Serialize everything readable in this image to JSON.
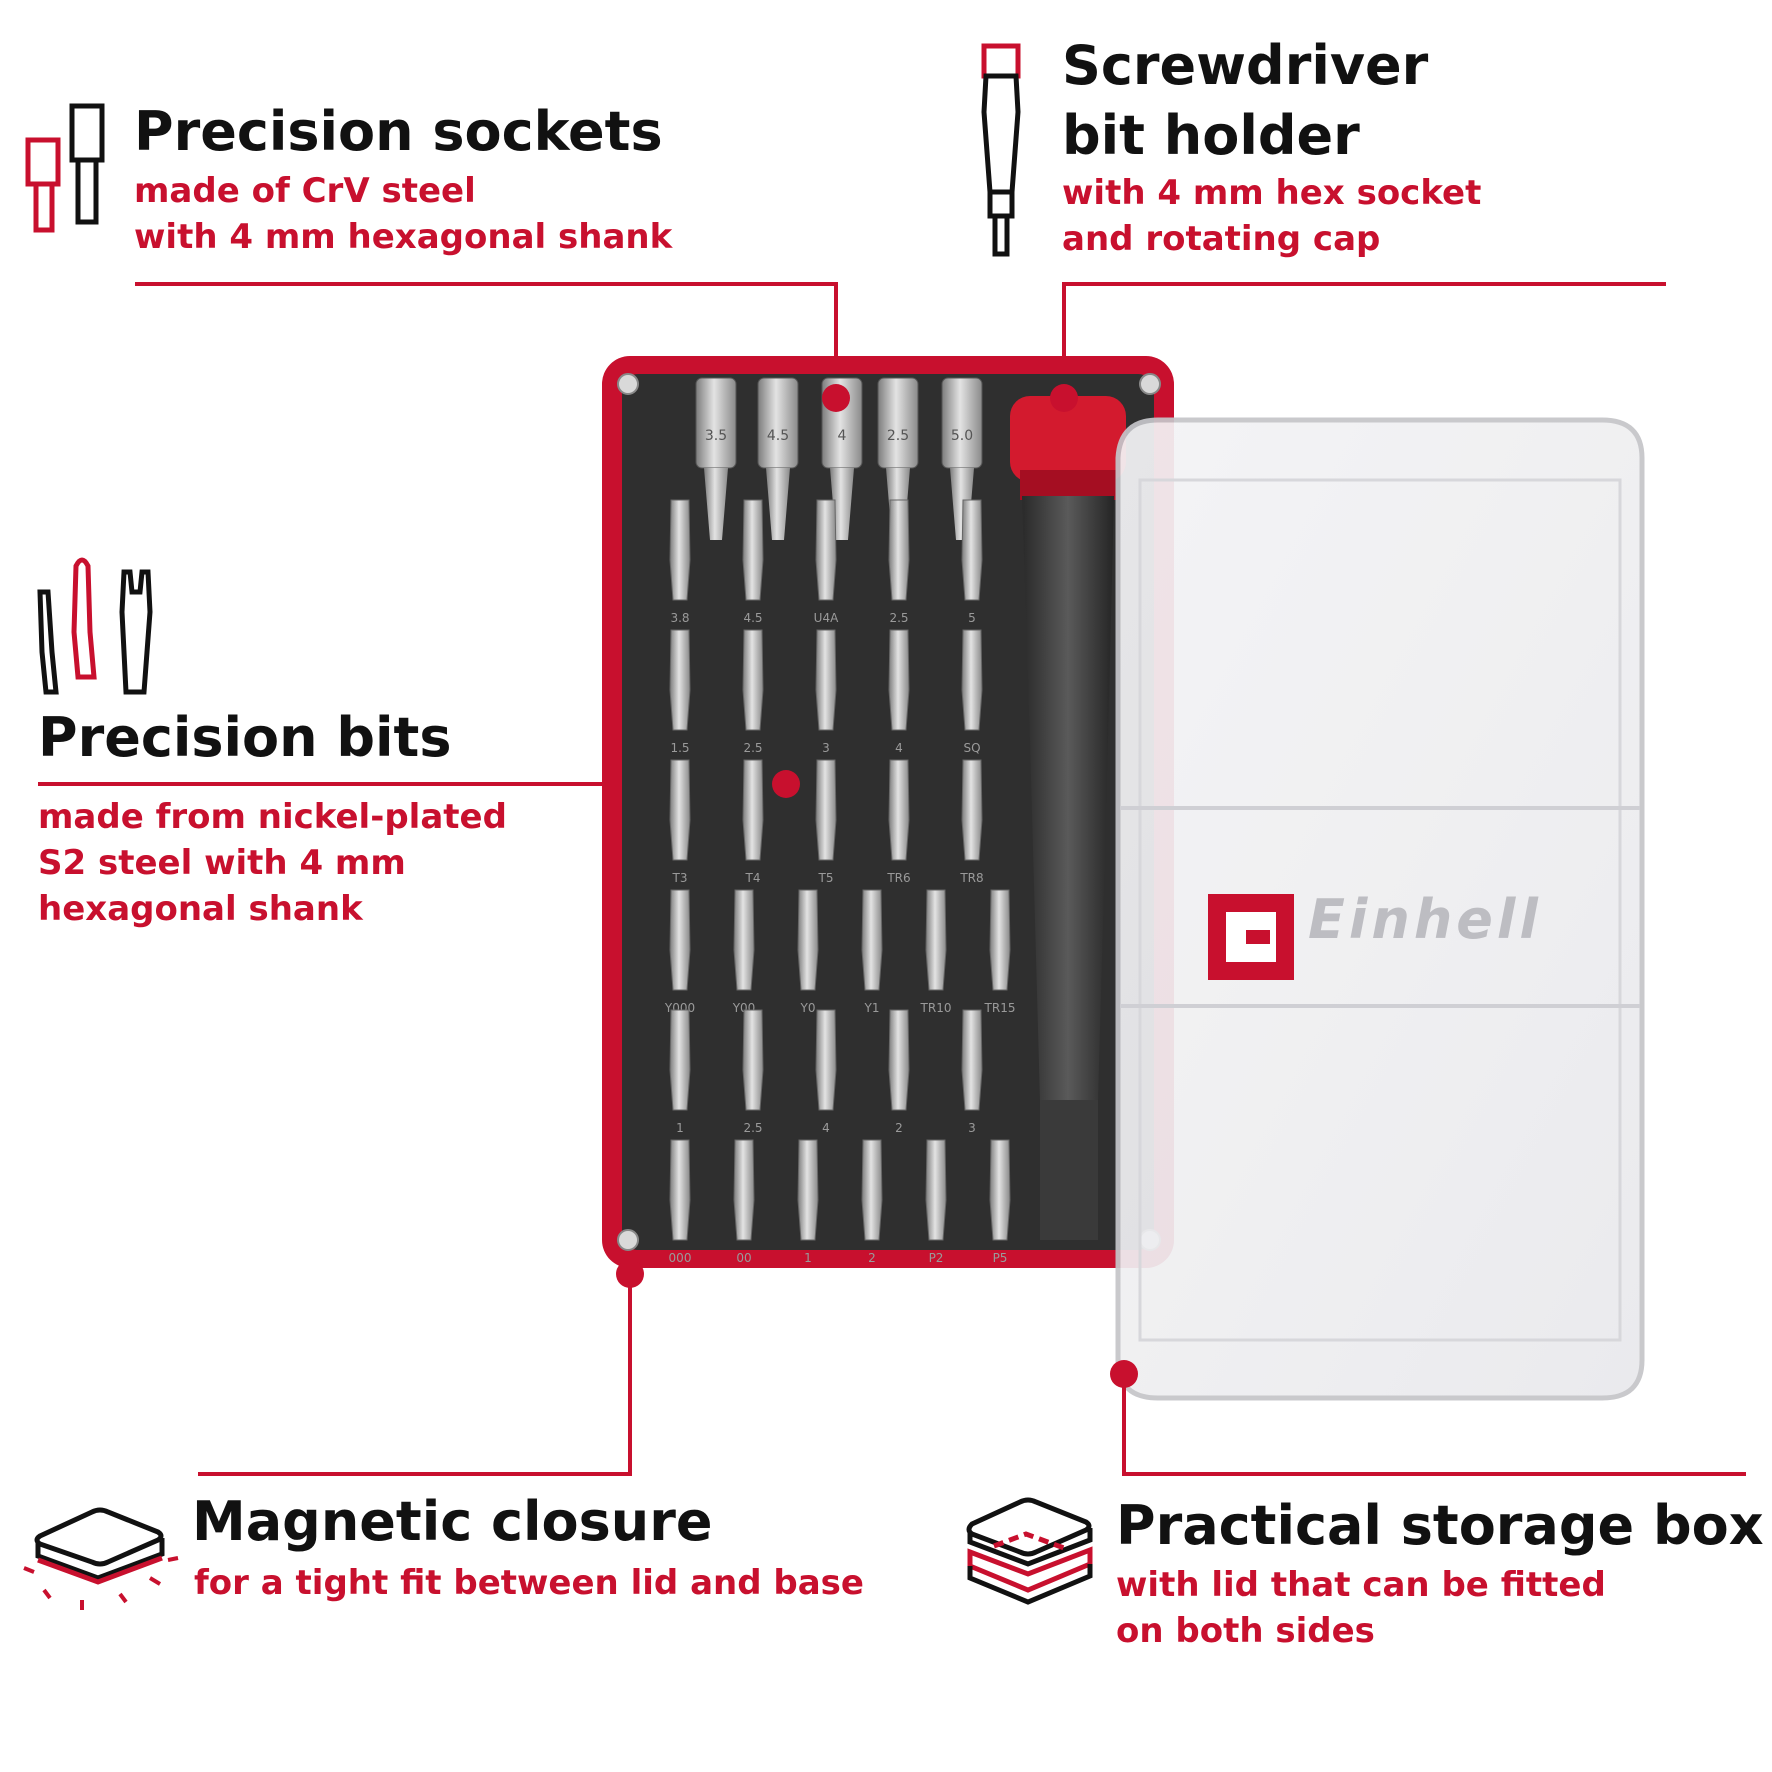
{
  "sockets": {
    "title": "Precision sockets",
    "line1": "made of CrV steel",
    "line2": "with 4 mm hexagonal shank",
    "labels": [
      "3.5",
      "4.5",
      "4",
      "2.5",
      "5.0"
    ]
  },
  "holder": {
    "title_line1": "Screwdriver",
    "title_line2": "bit holder",
    "line1": "with 4 mm hex socket",
    "line2": "and rotating cap"
  },
  "bits": {
    "title": "Precision bits",
    "line1": "made from nickel-plated",
    "line2": "S2 steel with 4 mm",
    "line3": "hexagonal shank",
    "row_labels": [
      [
        "3.8",
        "4.5",
        "U4A",
        "2.5",
        "5"
      ],
      [
        "1.5",
        "2.5",
        "3",
        "4",
        "SQ"
      ],
      [
        "T3",
        "T4",
        "T5",
        "TR6",
        "TR8"
      ],
      [
        "Y000",
        "Y00",
        "Y0",
        "Y1",
        "TR10",
        "TR15"
      ],
      [
        "1",
        "2.5",
        "4",
        "2",
        "3"
      ],
      [
        "000",
        "00",
        "1",
        "2",
        "P2",
        "P5"
      ]
    ]
  },
  "magnetic": {
    "title": "Magnetic closure",
    "line1": "for a tight fit between lid and base"
  },
  "storage": {
    "title": "Practical storage box",
    "line1": "with lid that can be fitted",
    "line2": "on both sides"
  },
  "brand": {
    "name": "Einhell"
  },
  "colors": {
    "accent": "#c8102e",
    "text": "#111111"
  }
}
